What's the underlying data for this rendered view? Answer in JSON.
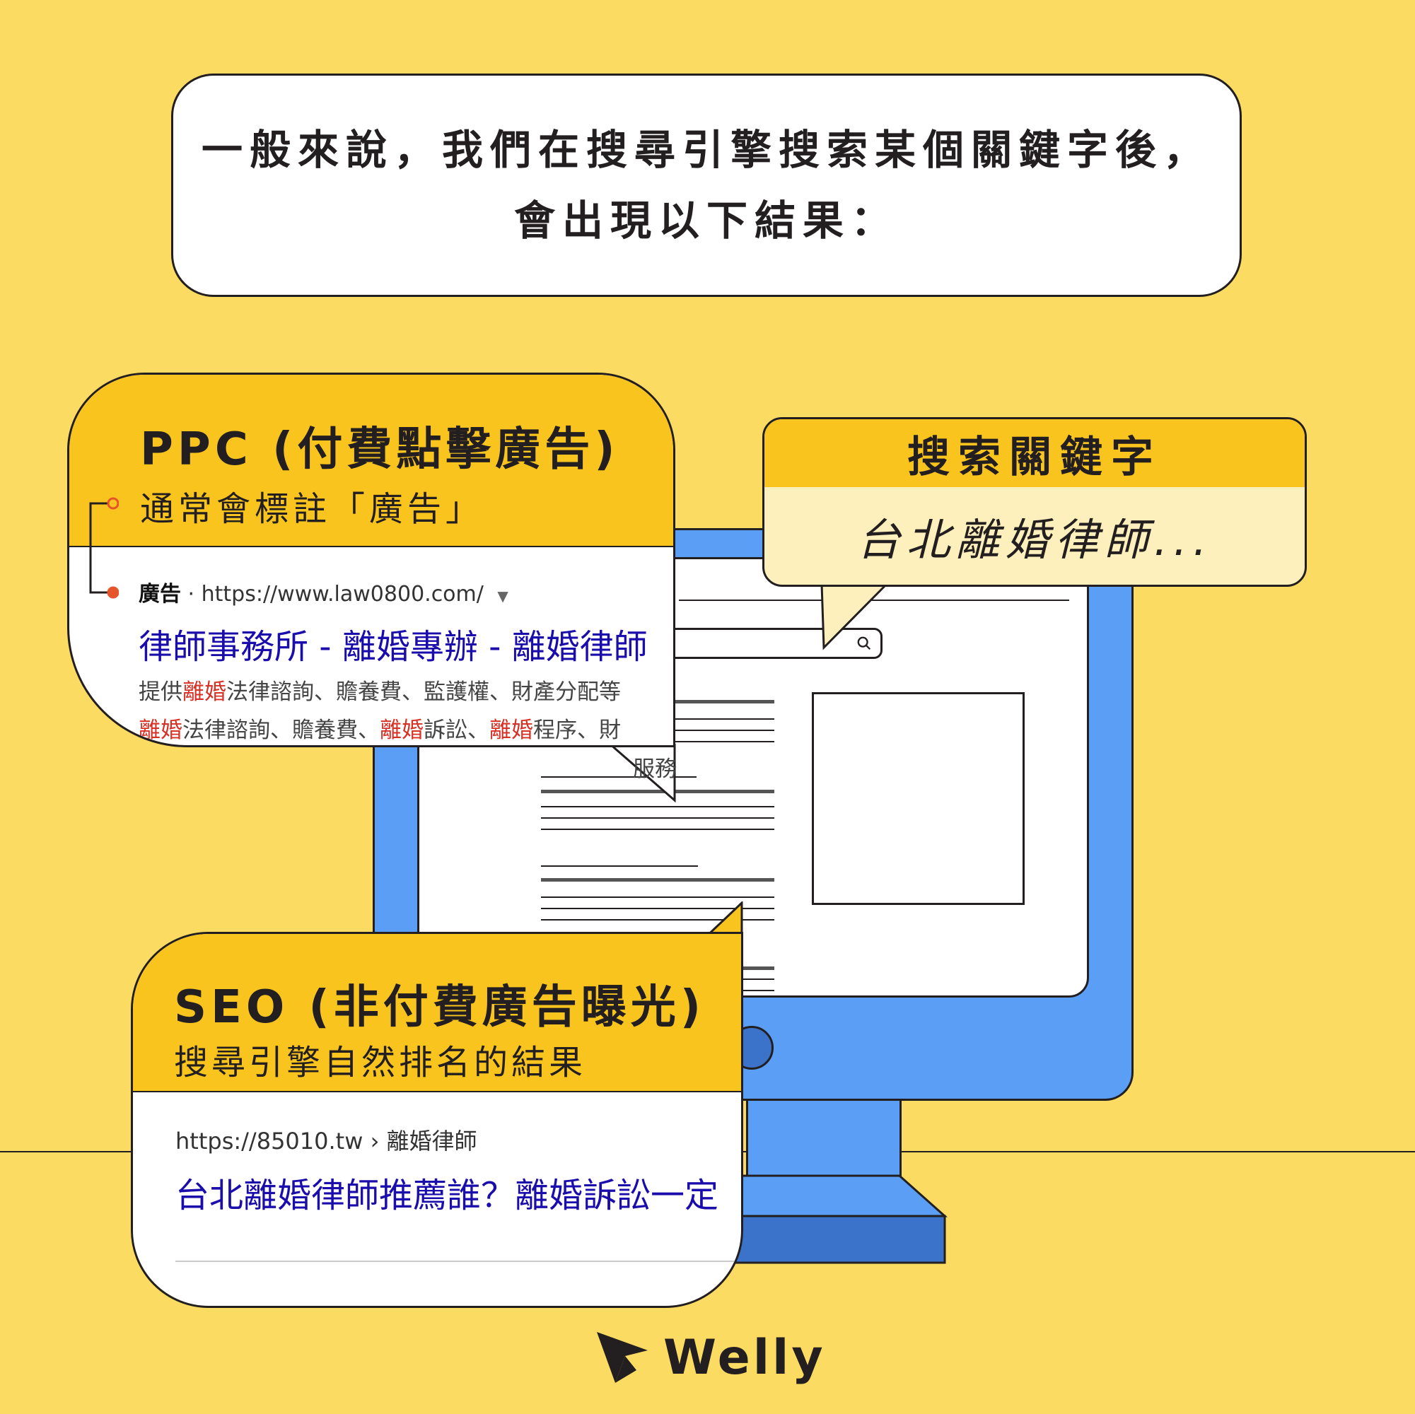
{
  "intro": {
    "line1": "一般來說，我們在搜尋引擎搜索某個關鍵字後，",
    "line2": "會出現以下結果："
  },
  "keyword": {
    "title": "搜索關鍵字",
    "query": "台北離婚律師..."
  },
  "ppc": {
    "title": "PPC (付費點擊廣告)",
    "subtitle": "通常會標註「廣告」",
    "ad_label": "廣告",
    "url": "https://www.law0800.com/",
    "link": "律師事務所 - 離婚專辦 - 離婚律師",
    "desc1_a": "提供",
    "desc1_b": "離婚",
    "desc1_c": "法律諮詢、贍養費、監護權、財產分配等",
    "desc2_a": "離婚",
    "desc2_b": "法律諮詢、贍養費、",
    "desc2_c": "離婚",
    "desc2_d": "訴訟、",
    "desc2_e": "離婚",
    "desc2_f": "程序、財",
    "desc3": "服務"
  },
  "seo": {
    "title": "SEO (非付費廣告曝光)",
    "subtitle": "搜尋引擎自然排名的結果",
    "url": "https://85010.tw › 離婚律師",
    "link": "台北離婚律師推薦誰？離婚訴訟一定"
  },
  "logo": {
    "text": "Welly",
    "icon": "welly-arrow-icon"
  },
  "colors": {
    "background": "#FCDB62",
    "accent": "#F9C41E",
    "monitor": "#5A9FF5",
    "link": "#1A0DAB",
    "highlight": "#D93025"
  }
}
